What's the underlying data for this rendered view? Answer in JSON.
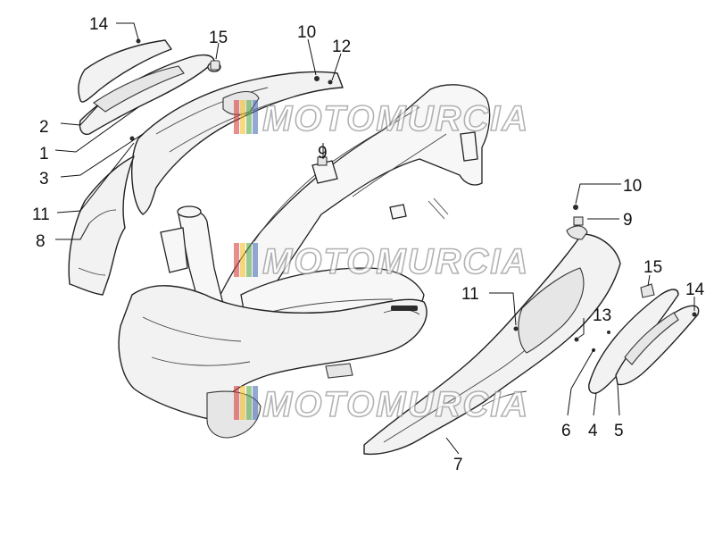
{
  "watermark": {
    "text": "MOTOMURCIA",
    "stripe_colors": [
      "#d9413a",
      "#f2c02f",
      "#5aa84a",
      "#4b6fb5"
    ]
  },
  "callouts": {
    "l14a": "14",
    "l15a": "15",
    "l10a": "10",
    "l12": "12",
    "l2": "2",
    "l1": "1",
    "l3": "3",
    "l9a": "9",
    "l11a": "11",
    "l8": "8",
    "l10b": "10",
    "l9b": "9",
    "l15b": "15",
    "l14b": "14",
    "l11b": "11",
    "l13": "13",
    "l6": "6",
    "l4": "4",
    "l5": "5",
    "l7": "7"
  }
}
